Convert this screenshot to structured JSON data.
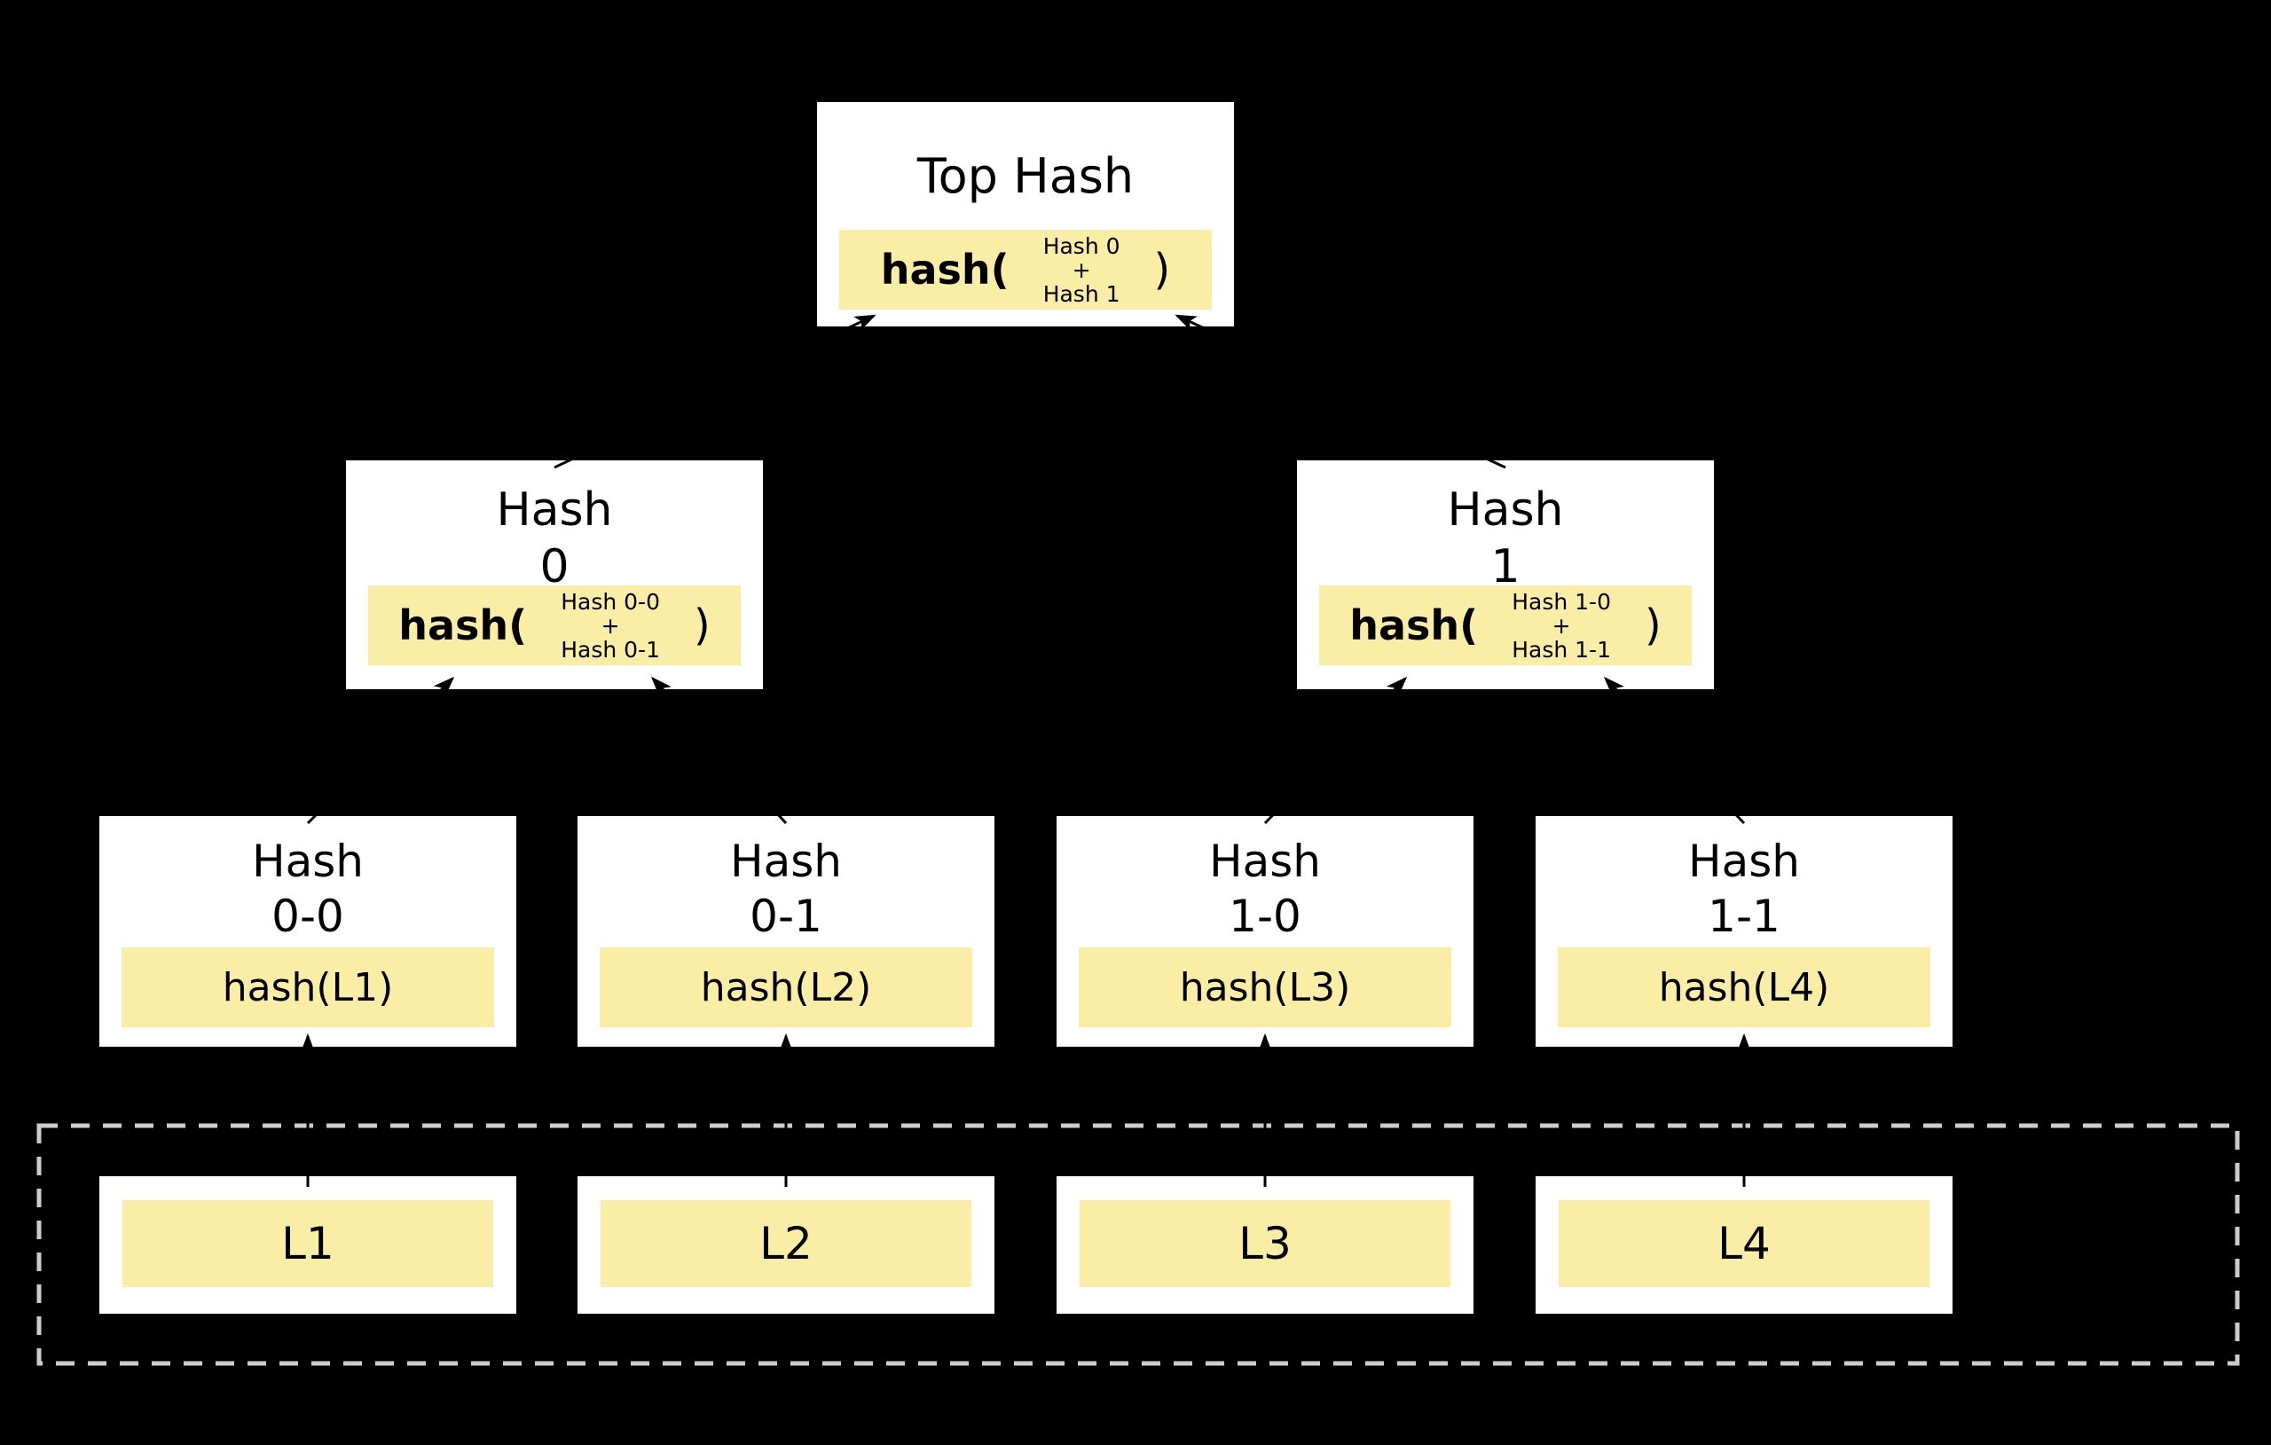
{
  "colors": {
    "background": "#000000",
    "node_fill": "#ffffff",
    "highlight_fill": "#FAEDA6",
    "dashed_border": "#cccccc",
    "arrow": "#000000",
    "text": "#000000"
  },
  "tree": {
    "root": {
      "title": "Top Hash",
      "formula": {
        "fn": "hash(",
        "arg1": "Hash 0",
        "op": "+",
        "arg2": "Hash 1",
        "close": ")"
      }
    },
    "level1": [
      {
        "title": "Hash\n0",
        "formula": {
          "fn": "hash(",
          "arg1": "Hash 0-0",
          "op": "+",
          "arg2": "Hash 0-1",
          "close": ")"
        }
      },
      {
        "title": "Hash\n1",
        "formula": {
          "fn": "hash(",
          "arg1": "Hash 1-0",
          "op": "+",
          "arg2": "Hash 1-1",
          "close": ")"
        }
      }
    ],
    "level2": [
      {
        "title": "Hash\n0-0",
        "formula": "hash(L1)"
      },
      {
        "title": "Hash\n0-1",
        "formula": "hash(L2)"
      },
      {
        "title": "Hash\n1-0",
        "formula": "hash(L3)"
      },
      {
        "title": "Hash\n1-1",
        "formula": "hash(L4)"
      }
    ],
    "data_blocks": [
      {
        "label": "L1"
      },
      {
        "label": "L2"
      },
      {
        "label": "L3"
      },
      {
        "label": "L4"
      }
    ]
  }
}
